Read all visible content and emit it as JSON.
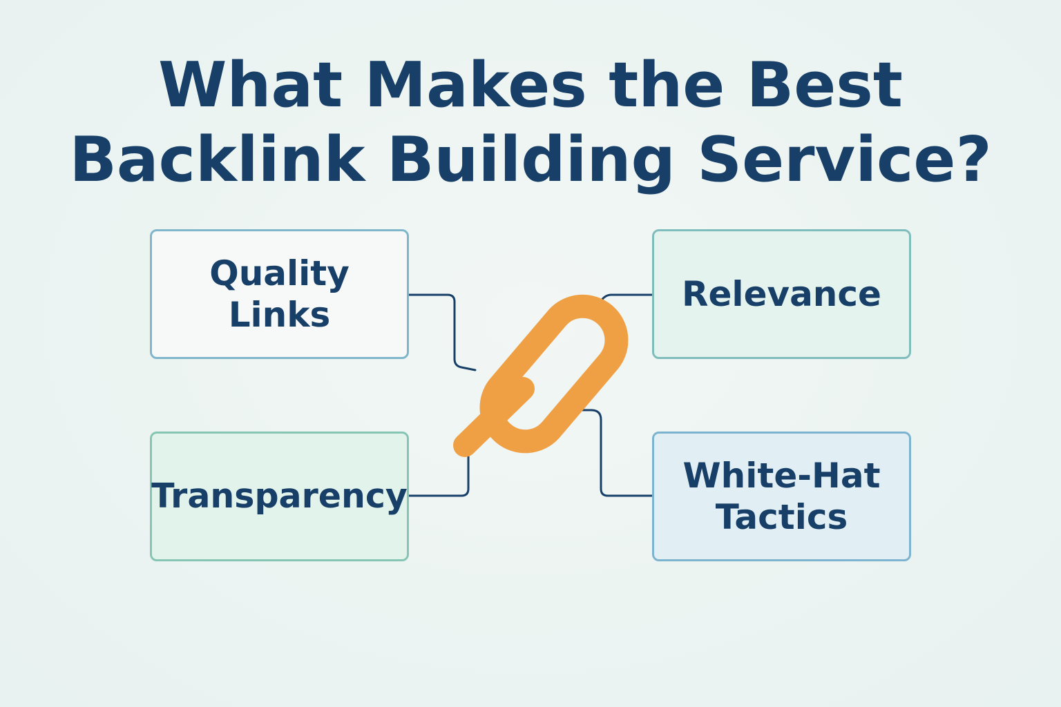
{
  "title": {
    "line1": "What Makes the Best",
    "line2": "Backlink Building Service?"
  },
  "boxes": [
    {
      "id": "quality",
      "lines": [
        "Quality",
        "Links"
      ]
    },
    {
      "id": "relevance",
      "lines": [
        "Relevance"
      ]
    },
    {
      "id": "transparency",
      "lines": [
        "Transparency"
      ]
    },
    {
      "id": "whitehat",
      "lines": [
        "White-Hat",
        "Tactics"
      ]
    }
  ],
  "center_icon": "link-chain-icon",
  "colors": {
    "title": "#173f67",
    "link_icon": "#f0a044",
    "connector": "#173f67",
    "background": "#eef5f3"
  }
}
